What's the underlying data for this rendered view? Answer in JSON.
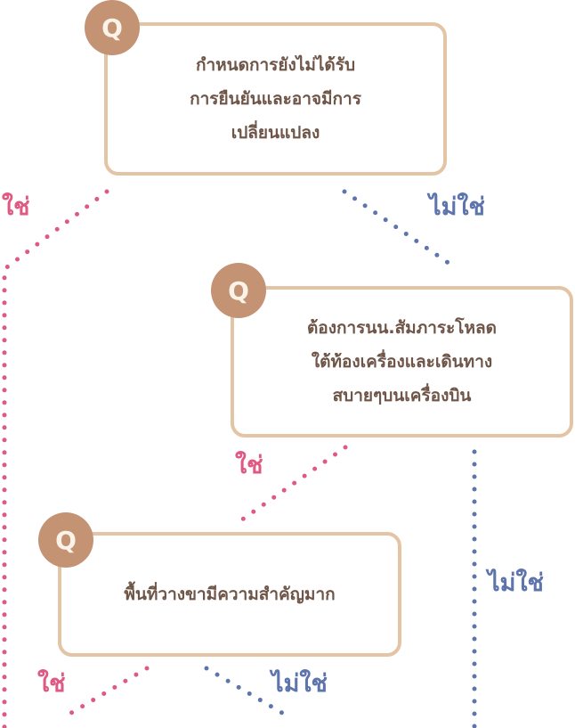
{
  "colors": {
    "yes": "#de5a83",
    "no": "#5d74ad",
    "box_border": "#e3c4a5",
    "q_badge": "#c49374",
    "text": "#6e5548"
  },
  "questions": [
    {
      "badge": "Q",
      "lines": [
        "กำหนดการยังไม่ได้รับ",
        "การยืนยันและอาจมีการ",
        "เปลี่ยนแปลง"
      ]
    },
    {
      "badge": "Q",
      "lines": [
        "ต้องการนน.สัมภาระโหลด",
        "ใต้ท้องเครื่องและเดินทาง",
        "สบายๆบนเครื่องบิน"
      ]
    },
    {
      "badge": "Q",
      "lines": [
        "พื้นที่วางขามีความสำคัญมาก"
      ]
    }
  ],
  "labels": {
    "yes": "ใช่",
    "no": "ไม่ใช่"
  }
}
